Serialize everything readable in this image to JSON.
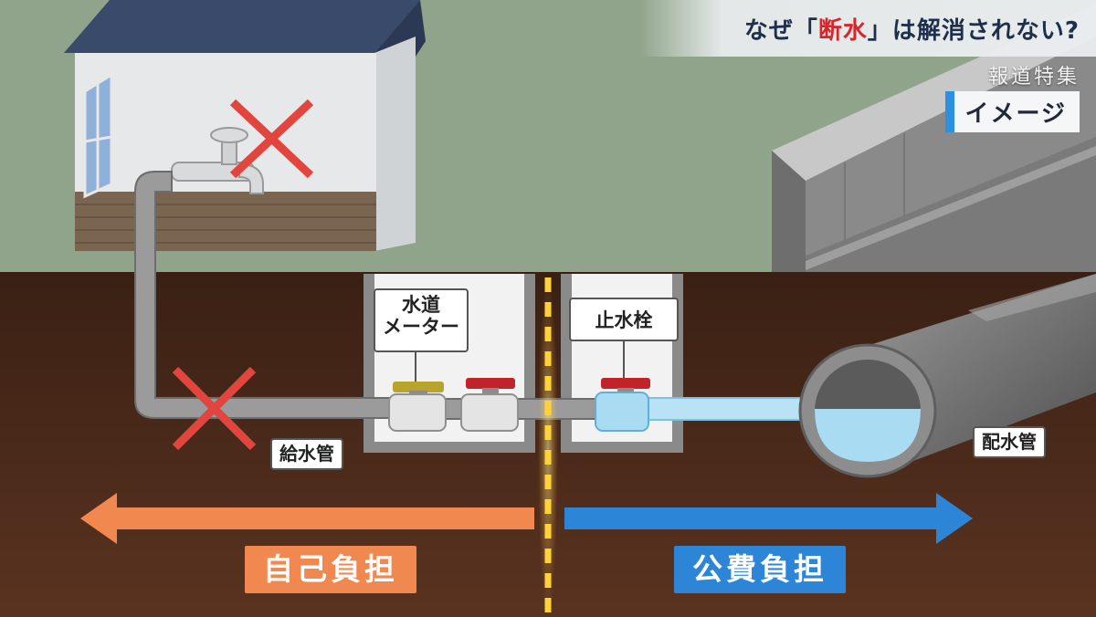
{
  "header": {
    "title_pre": "なぜ「",
    "title_highlight": "断水",
    "title_post": "」は解消されない?",
    "program_label": "報道特集",
    "image_label": "イメージ"
  },
  "diagram": {
    "water_meter_label": "水道\nメーター",
    "stopcock_label": "止水栓",
    "service_pipe_label": "給水管",
    "distribution_pipe_label": "配水管",
    "self_burden_label": "自己負担",
    "public_burden_label": "公費負担"
  },
  "colors": {
    "ground": "#8fa48a",
    "soil": "#4a2a1a",
    "self_burden": "#f0884f",
    "public_burden": "#2d85d8",
    "cross_mark": "#e2453d",
    "water": "#a9dcf2",
    "accent_highlight": "#d6262b"
  },
  "icons": [
    "faucet-icon",
    "cross-mark-icon",
    "valve-icon",
    "boundary-line"
  ]
}
